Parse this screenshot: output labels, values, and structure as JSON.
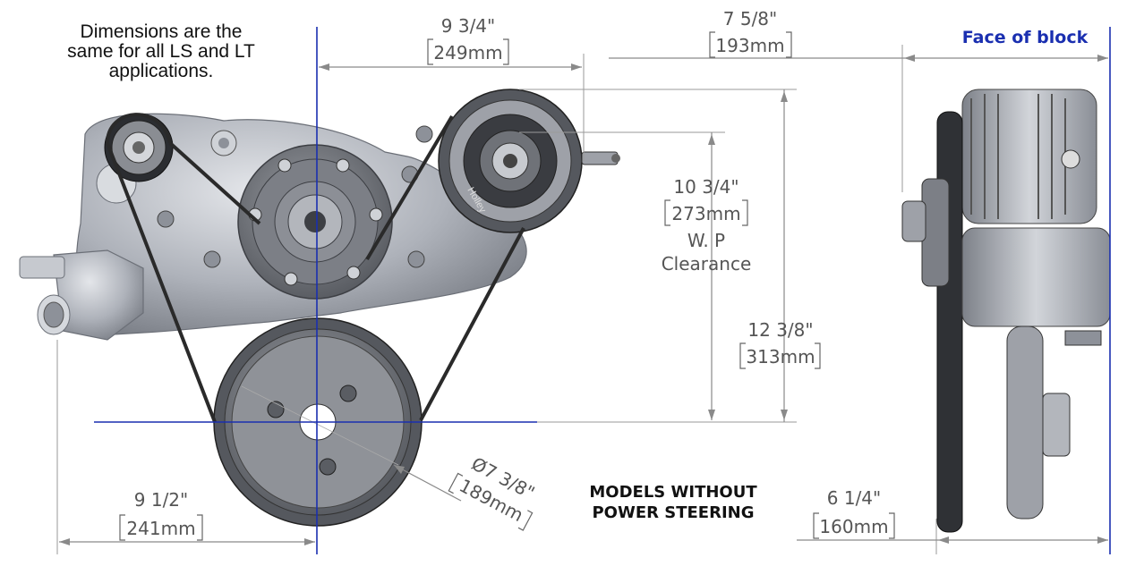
{
  "note": {
    "line1": "Dimensions are the",
    "line2": "same for all LS and LT",
    "line3": "applications."
  },
  "face_label": "Face of block",
  "caption": {
    "line1": "MODELS WITHOUT",
    "line2": "POWER STEERING"
  },
  "dims": {
    "top_width": {
      "imperial": "9 3/4\"",
      "metric": "249mm"
    },
    "offset": {
      "imperial": "7 5/8\"",
      "metric": "193mm"
    },
    "wp_clear": {
      "imperial": "10 3/4\"",
      "metric": "273mm",
      "label1": "W. P",
      "label2": "Clearance"
    },
    "height": {
      "imperial": "12 3/8\"",
      "metric": "313mm"
    },
    "left_width": {
      "imperial": "9 1/2\"",
      "metric": "241mm"
    },
    "crank_dia": {
      "imperial": "Ø7 3/8\"",
      "metric": "189mm"
    },
    "side_depth": {
      "imperial": "6 1/4\"",
      "metric": "160mm"
    }
  },
  "colors": {
    "centerline": "#1a2fb0",
    "dimension": "#8a8a8a",
    "part_metal": "#b8bcc4",
    "pulley": "#6f7278",
    "belt": "#2a2a2a"
  },
  "icons": {
    "alternator": "alternator-drawing",
    "water_pump": "water-pump-drawing",
    "crank_pulley": "crank-pulley-drawing",
    "side_view": "side-view-drawing"
  }
}
